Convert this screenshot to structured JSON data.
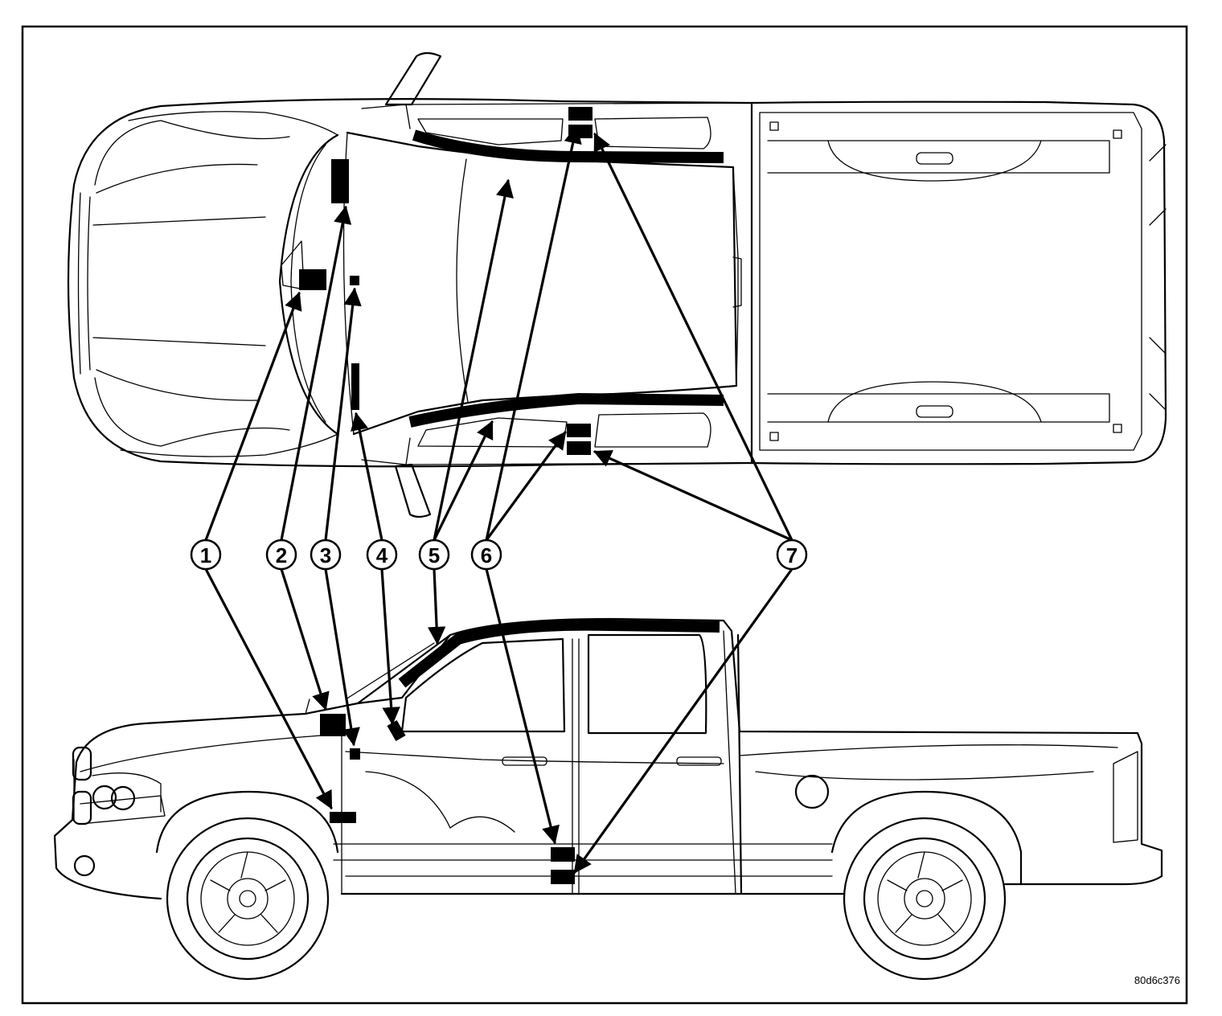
{
  "callouts": [
    {
      "number": "1"
    },
    {
      "number": "2"
    },
    {
      "number": "3"
    },
    {
      "number": "4"
    },
    {
      "number": "5"
    },
    {
      "number": "6"
    },
    {
      "number": "7"
    }
  ],
  "figure_code": "80d6c376",
  "colors": {
    "line": "#000000",
    "background": "#ffffff"
  }
}
